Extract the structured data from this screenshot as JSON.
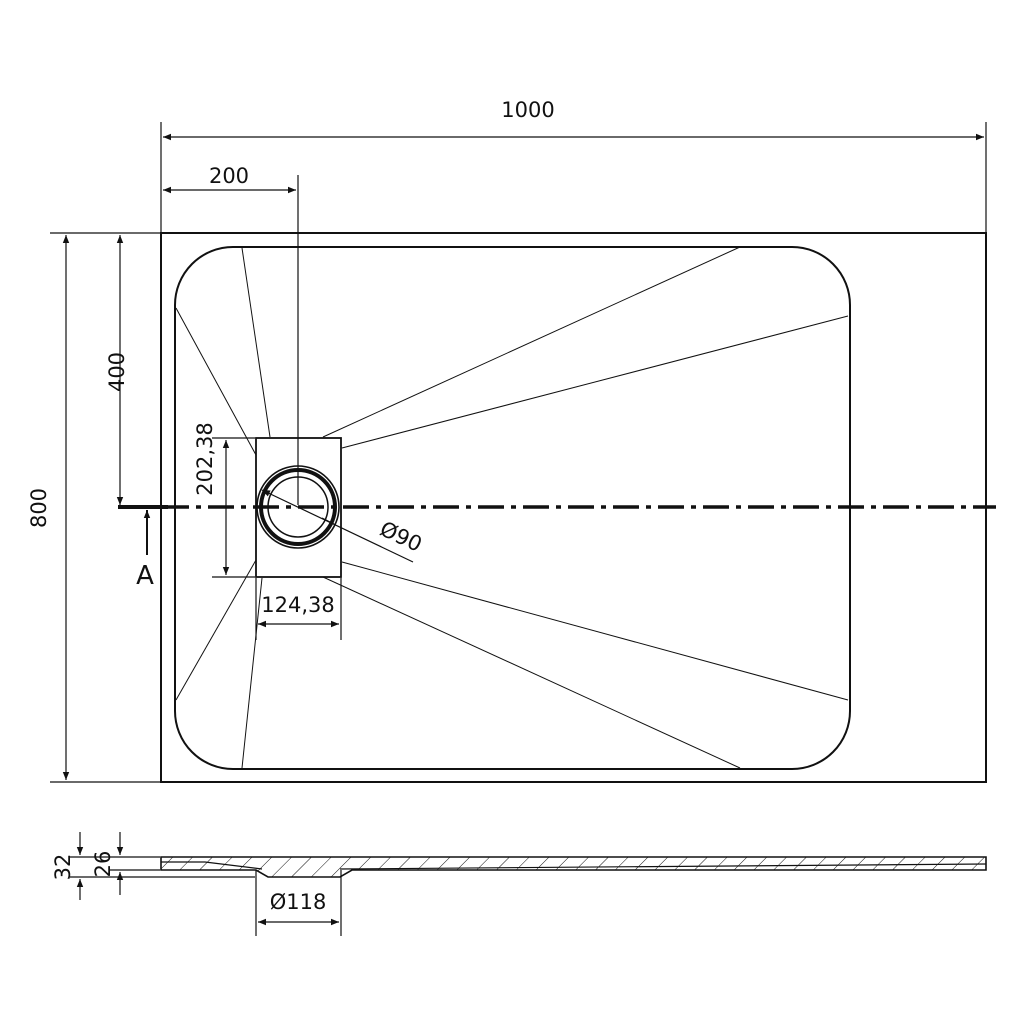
{
  "drawing": {
    "dimensions": {
      "overall_width": "1000",
      "drain_offset_x": "200",
      "overall_depth": "800",
      "drain_offset_y": "400",
      "drain_box_height": "202,38",
      "drain_box_width": "124,38",
      "drain_diameter": "Ø90",
      "thickness_total": "32",
      "thickness_tray": "26",
      "outlet_diameter": "Ø118"
    },
    "section_marker": "A"
  }
}
